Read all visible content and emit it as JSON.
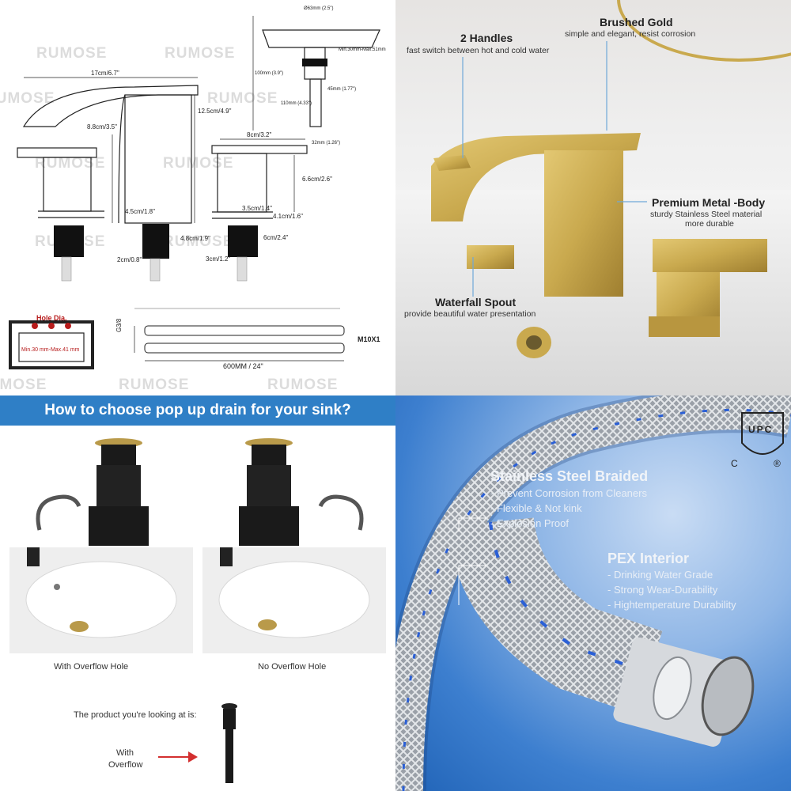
{
  "watermark": "RUMOSE",
  "dimensions": {
    "spout_length": "17cm/6.7\"",
    "spout_drop": "8.8cm/3.5\"",
    "total_height": "12.5cm/4.9\"",
    "base_width": "4.5cm/1.8\"",
    "shank_length": "4.8cm/1.9\"",
    "nut_width": "2cm/0.8\"",
    "handle_length": "8cm/3.2\"",
    "handle_height": "6.6cm/2.6\"",
    "handle_base": "3.5cm/1.4\"",
    "handle_base2": "4.1cm/1.6\"",
    "handle_shank": "6cm/2.4\"",
    "handle_nut": "3cm/1.2\"",
    "drain_top": "Ø63mm (2.5\")",
    "drain_range": "Min.30mm-Max.51mm",
    "drain_length": "100mm (3.9\")",
    "drain_tail": "110mm (4.33\")",
    "drain_pipe": "45mm (1.77\")",
    "drain_od": "32mm (1.26\")"
  },
  "hole_box": {
    "title": "Hole Dia.",
    "range": "Min.30 mm-Max.41 mm"
  },
  "hose": {
    "left_label": "G3/8",
    "right_label": "M10X1",
    "length": "600MM / 24\""
  },
  "features": {
    "handles_title": "2 Handles",
    "handles_sub": "fast switch between hot and cold water",
    "gold_title": "Brushed Gold",
    "gold_sub": "simple and elegant, resist corrosion",
    "body_title": "Premium Metal -Body",
    "body_sub1": "sturdy Stainless Steel material",
    "body_sub2": "more durable",
    "spout_title": "Waterfall Spout",
    "spout_sub": "provide beautiful water presentation"
  },
  "drain_guide": {
    "banner": "How to choose pop up drain for your sink?",
    "with_caption": "With Overflow Hole",
    "without_caption": "No Overflow Hole",
    "product_text": "The product you're looking at is:",
    "with_line1": "With",
    "with_line2": "Overflow"
  },
  "hose_features": {
    "braided_title": "Stainless Steel Braided",
    "braided_items": [
      "- Prevent Corrosion from Cleaners",
      "- Flexible & Not kink",
      "- Explosion Proof"
    ],
    "pex_title": "PEX Interior",
    "pex_items": [
      "- Drinking Water Grade",
      "- Strong Wear-Durability",
      "- Hightemperature Durability"
    ],
    "cert_text": "UPC",
    "cert_c": "C",
    "cert_r": "®"
  },
  "colors": {
    "banner": "#2f7fc6",
    "gold": "#c9a94e",
    "hose_blue": "#2a5fd6"
  }
}
